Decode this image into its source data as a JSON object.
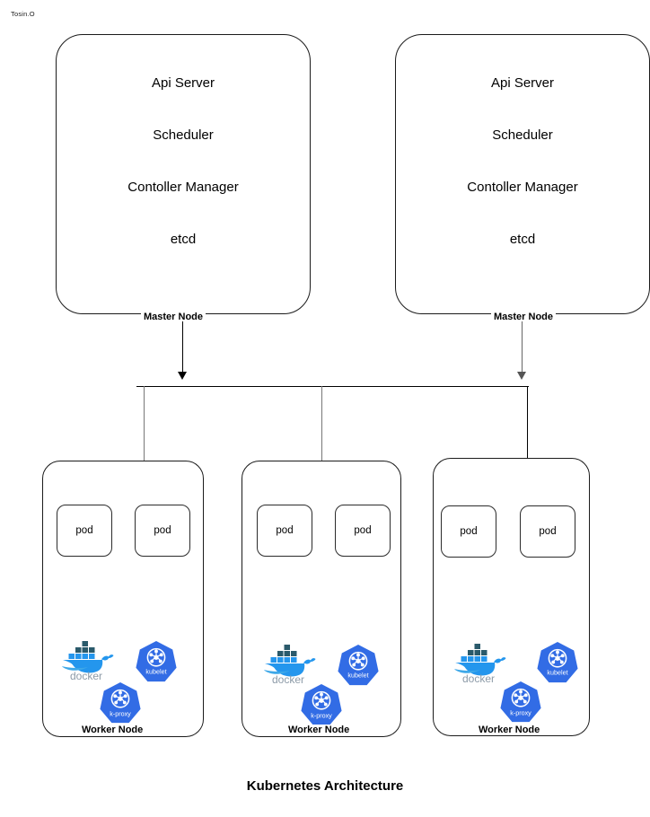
{
  "watermark": "Tosin.O",
  "figure_title": "Kubernetes Architecture",
  "master_nodes": [
    {
      "caption": "Master Node",
      "components": [
        "Api Server",
        "Scheduler",
        "Contoller Manager",
        "etcd"
      ]
    },
    {
      "caption": "Master Node",
      "components": [
        "Api Server",
        "Scheduler",
        "Contoller Manager",
        "etcd"
      ]
    }
  ],
  "worker_nodes": [
    {
      "caption": "Worker Node",
      "pods": [
        "pod",
        "pod"
      ],
      "docker_label": "docker",
      "kubelet_label": "kubelet",
      "kproxy_label": "k-proxy"
    },
    {
      "caption": "Worker Node",
      "pods": [
        "pod",
        "pod"
      ],
      "docker_label": "docker",
      "kubelet_label": "kubelet",
      "kproxy_label": "k-proxy"
    },
    {
      "caption": "Worker Node",
      "pods": [
        "pod",
        "pod"
      ],
      "docker_label": "docker",
      "kubelet_label": "kubelet",
      "kproxy_label": "k-proxy"
    }
  ],
  "colors": {
    "k8s_blue": "#326CE5",
    "docker_blue": "#2496ED",
    "docker_text": "#8D9BA8",
    "stroke": "#1b1b1b",
    "connector_black": "#000000",
    "connector_gray": "#666666",
    "background": "#ffffff"
  }
}
